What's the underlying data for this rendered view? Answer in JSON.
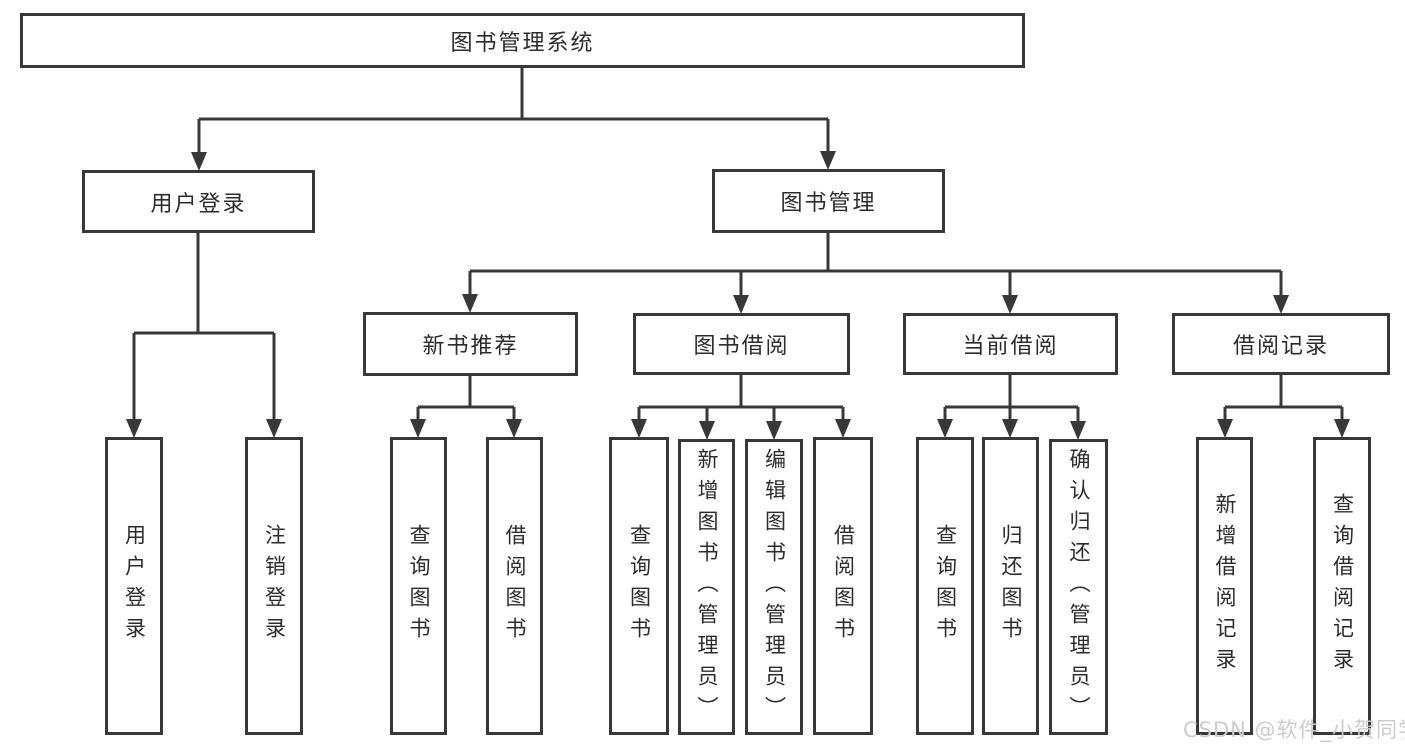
{
  "tree": {
    "root": {
      "label": "图书管理系统"
    },
    "level1": [
      {
        "label": "用户登录",
        "children": [
          "用户登录",
          "注销登录"
        ]
      },
      {
        "label": "图书管理"
      }
    ],
    "level2": [
      {
        "label": "新书推荐",
        "children": [
          "查询图书",
          "借阅图书"
        ]
      },
      {
        "label": "图书借阅",
        "children": [
          "查询图书",
          "新增图书（管理员）",
          "编辑图书（管理员）",
          "借阅图书"
        ]
      },
      {
        "label": "当前借阅",
        "children": [
          "查询图书",
          "归还图书",
          "确认归还（管理员）"
        ]
      },
      {
        "label": "借阅记录",
        "children": [
          "新增借阅记录",
          "查询借阅记录"
        ]
      }
    ]
  },
  "watermark": {
    "text": "CSDN @软件_小贺同学"
  },
  "colors": {
    "line": "#383838",
    "text": "#2c2c2c",
    "background": "#ffffff",
    "watermark": "#cccccc"
  }
}
